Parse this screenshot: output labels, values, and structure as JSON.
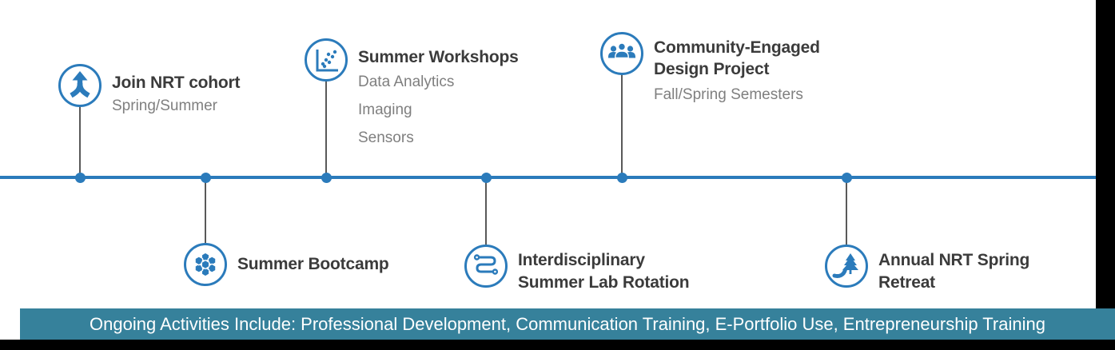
{
  "colors": {
    "accent_blue": "#2B7BBB",
    "connector_gray": "#595959",
    "title_text": "#3B3B3B",
    "subtitle_text": "#7F7F7F",
    "banner_background": "#36819B",
    "banner_text": "#FFFFFF",
    "frame_black": "#000000"
  },
  "timeline": {
    "milestones": [
      {
        "icon": "merge-arrow-icon",
        "position": "above",
        "title_lines": [
          "Join NRT cohort"
        ],
        "subtitles": [
          "Spring/Summer"
        ]
      },
      {
        "icon": "scatter-plot-icon",
        "position": "above",
        "title_lines": [
          "Summer Workshops"
        ],
        "subtitles": [
          "Data Analytics",
          "Imaging",
          "Sensors"
        ]
      },
      {
        "icon": "people-group-icon",
        "position": "above",
        "title_lines": [
          "Community-Engaged",
          "Design Project"
        ],
        "subtitles": [
          "Fall/Spring Semesters"
        ]
      },
      {
        "icon": "hexagon-cluster-icon",
        "position": "below",
        "title_lines": [
          "Summer Bootcamp"
        ],
        "subtitles": []
      },
      {
        "icon": "circuit-icon",
        "position": "below",
        "title_lines": [
          "Interdisciplinary",
          "Summer Lab Rotation"
        ],
        "subtitles": []
      },
      {
        "icon": "tree-path-icon",
        "position": "below",
        "title_lines": [
          "Annual NRT Spring",
          "Retreat"
        ],
        "subtitles": []
      }
    ]
  },
  "banner": {
    "text": "Ongoing Activities Include: Professional Development, Communication Training, E-Portfolio Use, Entrepreneurship Training"
  }
}
